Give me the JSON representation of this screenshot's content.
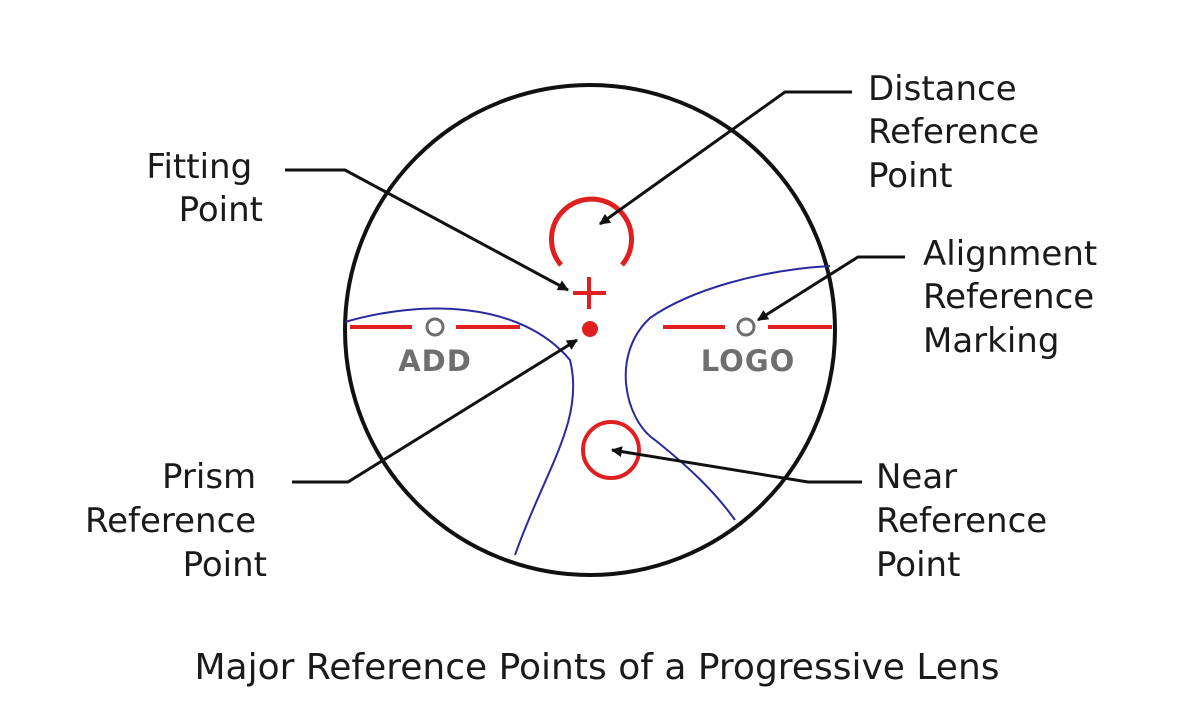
{
  "callouts": {
    "distance": [
      "Distance",
      "Reference",
      "Point"
    ],
    "fitting": [
      "Fitting",
      "Point"
    ],
    "alignment": [
      "Alignment",
      "Reference",
      "Marking"
    ],
    "prism": [
      "Prism",
      "Reference",
      "Point"
    ],
    "near": [
      "Near",
      "Reference",
      "Point"
    ]
  },
  "engravings": {
    "left": "ADD",
    "right": "LOGO"
  },
  "caption": "Major Reference Points of a Progressive Lens",
  "colors": {
    "mark": "#e02020",
    "corridor": "#2a2aa0",
    "outline": "#111111",
    "engraving": "#6e6e6e"
  }
}
